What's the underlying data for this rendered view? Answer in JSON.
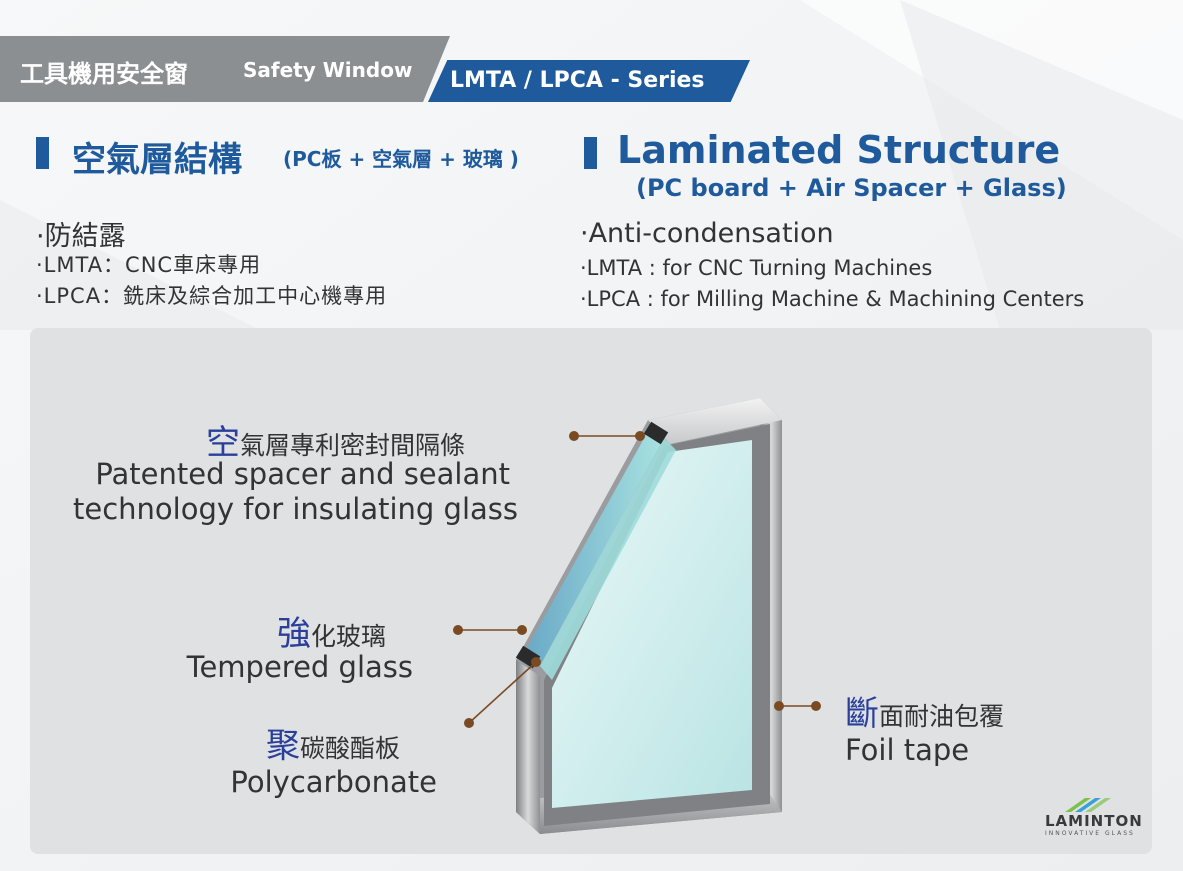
{
  "header": {
    "title_zh": "工具機用安全窗",
    "title_en": "Safety Window",
    "series": "LMTA / LPCA - Series"
  },
  "structure": {
    "heading_zh": "空氣層結構",
    "heading_zh_sub": "(PC板 + 空氣層 + 玻璃 )",
    "heading_en": "Laminated Structure",
    "heading_en_sub": "(PC board + Air Spacer + Glass)"
  },
  "bullets_zh": {
    "main": "·防結露",
    "items": [
      "·LMTA：CNC車床專用",
      "·LPCA：銑床及綜合加工中心機專用"
    ]
  },
  "bullets_en": {
    "main": "·Anti-condensation",
    "items": [
      "·LMTA : for CNC Turning Machines",
      "·LPCA : for Milling Machine & Machining Centers"
    ]
  },
  "labels": {
    "spacer": {
      "zh_first": "空",
      "zh_rest": "氣層專利密封間隔條",
      "en_line1": "Patented spacer and sealant",
      "en_line2": "technology for insulating glass"
    },
    "tempered": {
      "zh_first": "強",
      "zh_rest": "化玻璃",
      "en": "Tempered glass"
    },
    "polycarbonate": {
      "zh_first": "聚",
      "zh_rest": "碳酸酯板",
      "en": "Polycarbonate"
    },
    "foil": {
      "zh_first": "斷",
      "zh_rest": "面耐油包覆",
      "en": "Foil tape"
    }
  },
  "logo": {
    "name": "LAMINTON",
    "tagline": "INNOVATIVE GLASS"
  },
  "colors": {
    "brand_blue": "#1e5a9c",
    "label_accent": "#2a3f9a",
    "leader_brown": "#7a4a22",
    "glass_cyan": "#9fdcdc"
  }
}
